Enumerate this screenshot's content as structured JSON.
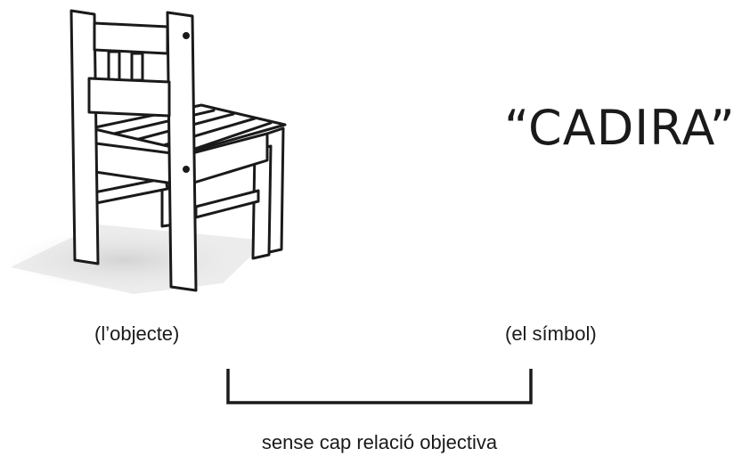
{
  "symbol": {
    "word": "“CADIRA”"
  },
  "captions": {
    "object": "(l’objecte)",
    "symbol": "(el símbol)",
    "relation": "sense cap relació objectiva"
  },
  "illustration": {
    "icon": "chair-illustration"
  },
  "colors": {
    "ink": "#1a1a1a",
    "shadow": "#d9d9d9",
    "background": "#ffffff"
  }
}
